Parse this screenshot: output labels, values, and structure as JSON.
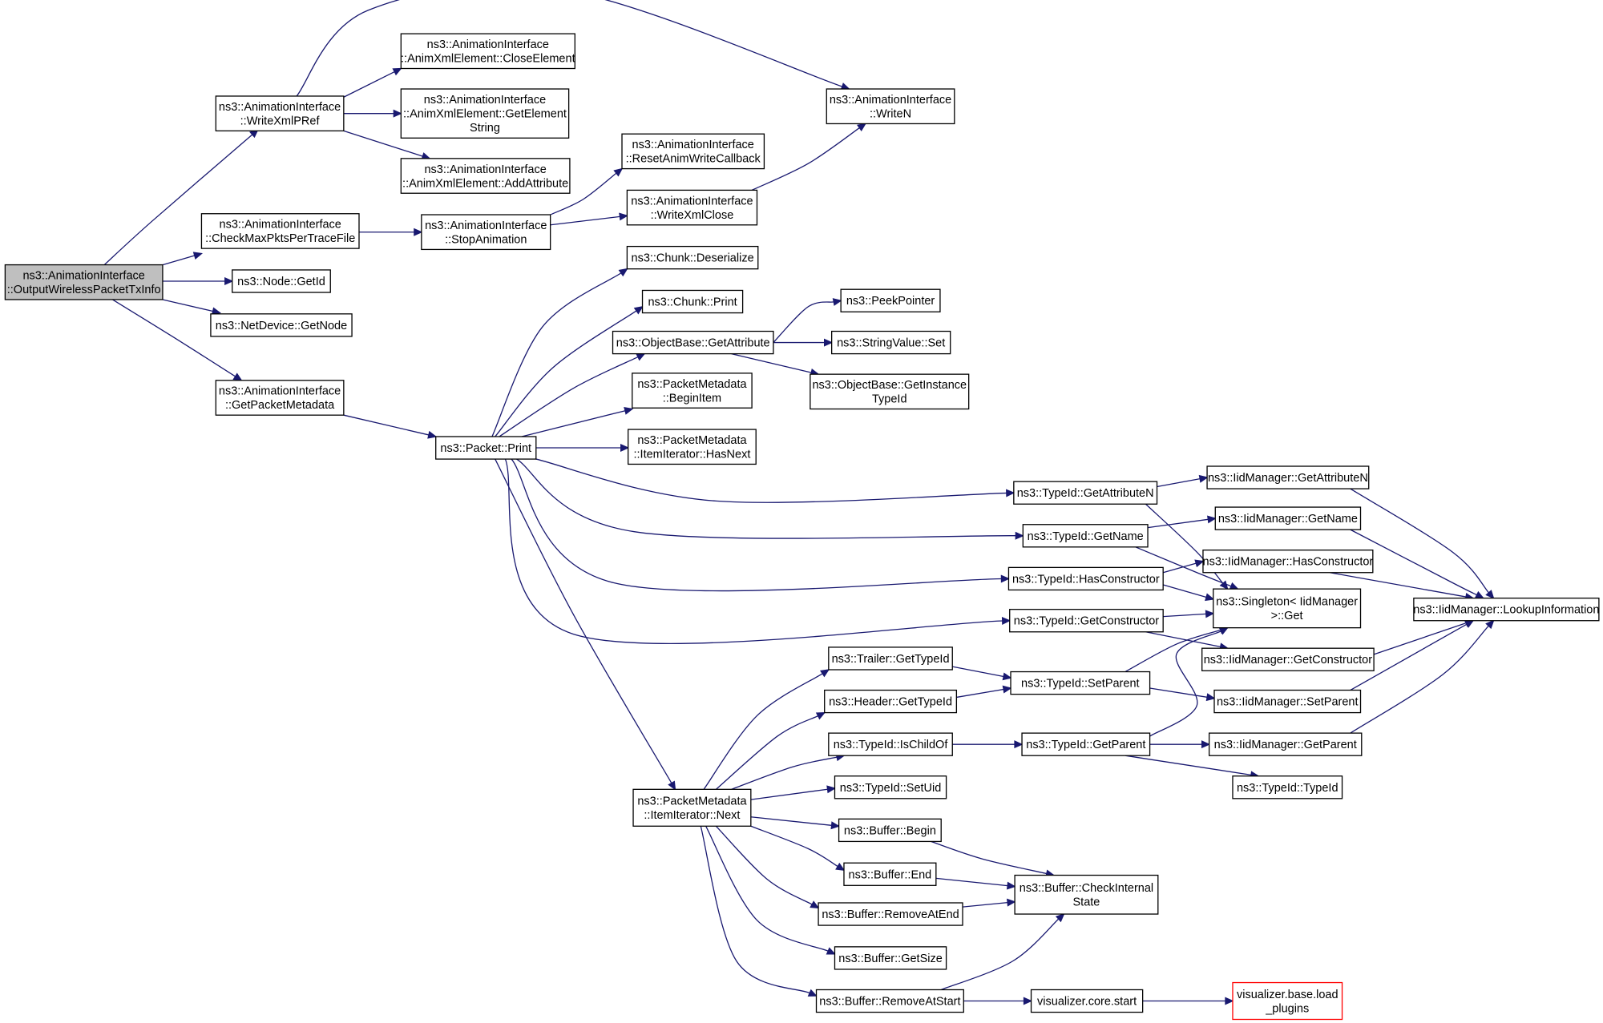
{
  "diagram": {
    "type": "call-graph",
    "nodes": [
      {
        "id": "n0",
        "lines": [
          "ns3::AnimationInterface",
          "::OutputWirelessPacketTxInfo"
        ],
        "style": "root"
      },
      {
        "id": "n1",
        "lines": [
          "ns3::AnimationInterface",
          "::WriteXmlPRef"
        ]
      },
      {
        "id": "n2",
        "lines": [
          "ns3::AnimationInterface",
          "::AnimXmlElement::CloseElement"
        ]
      },
      {
        "id": "n3",
        "lines": [
          "ns3::AnimationInterface",
          "::AnimXmlElement::GetElement",
          "String"
        ]
      },
      {
        "id": "n4",
        "lines": [
          "ns3::AnimationInterface",
          "::AnimXmlElement::AddAttribute"
        ]
      },
      {
        "id": "n5",
        "lines": [
          "ns3::AnimationInterface",
          "::WriteN"
        ]
      },
      {
        "id": "n6",
        "lines": [
          "ns3::AnimationInterface",
          "::CheckMaxPktsPerTraceFile"
        ]
      },
      {
        "id": "n7",
        "lines": [
          "ns3::AnimationInterface",
          "::StopAnimation"
        ]
      },
      {
        "id": "n8",
        "lines": [
          "ns3::AnimationInterface",
          "::ResetAnimWriteCallback"
        ]
      },
      {
        "id": "n9",
        "lines": [
          "ns3::AnimationInterface",
          "::WriteXmlClose"
        ]
      },
      {
        "id": "n10",
        "lines": [
          "ns3::Node::GetId"
        ]
      },
      {
        "id": "n11",
        "lines": [
          "ns3::NetDevice::GetNode"
        ]
      },
      {
        "id": "n12",
        "lines": [
          "ns3::AnimationInterface",
          "::GetPacketMetadata"
        ]
      },
      {
        "id": "n13",
        "lines": [
          "ns3::Packet::Print"
        ]
      },
      {
        "id": "n14",
        "lines": [
          "ns3::Chunk::Deserialize"
        ]
      },
      {
        "id": "n15",
        "lines": [
          "ns3::Chunk::Print"
        ]
      },
      {
        "id": "n16",
        "lines": [
          "ns3::ObjectBase::GetAttribute"
        ]
      },
      {
        "id": "n17",
        "lines": [
          "ns3::PeekPointer"
        ]
      },
      {
        "id": "n18",
        "lines": [
          "ns3::StringValue::Set"
        ]
      },
      {
        "id": "n19",
        "lines": [
          "ns3::ObjectBase::GetInstance",
          "TypeId"
        ]
      },
      {
        "id": "n20",
        "lines": [
          "ns3::PacketMetadata",
          "::BeginItem"
        ]
      },
      {
        "id": "n21",
        "lines": [
          "ns3::PacketMetadata",
          "::ItemIterator::HasNext"
        ]
      },
      {
        "id": "n22",
        "lines": [
          "ns3::TypeId::GetAttributeN"
        ]
      },
      {
        "id": "n23",
        "lines": [
          "ns3::IidManager::GetAttributeN"
        ]
      },
      {
        "id": "n24",
        "lines": [
          "ns3::TypeId::GetName"
        ]
      },
      {
        "id": "n25",
        "lines": [
          "ns3::IidManager::GetName"
        ]
      },
      {
        "id": "n26",
        "lines": [
          "ns3::TypeId::HasConstructor"
        ]
      },
      {
        "id": "n27",
        "lines": [
          "ns3::IidManager::HasConstructor"
        ]
      },
      {
        "id": "n28",
        "lines": [
          "ns3::Singleton< IidManager",
          ">::Get"
        ]
      },
      {
        "id": "n29",
        "lines": [
          "ns3::IidManager::LookupInformation"
        ]
      },
      {
        "id": "n30",
        "lines": [
          "ns3::TypeId::GetConstructor"
        ]
      },
      {
        "id": "n31",
        "lines": [
          "ns3::IidManager::GetConstructor"
        ]
      },
      {
        "id": "n32",
        "lines": [
          "ns3::Trailer::GetTypeId"
        ]
      },
      {
        "id": "n33",
        "lines": [
          "ns3::TypeId::SetParent"
        ]
      },
      {
        "id": "n34",
        "lines": [
          "ns3::Header::GetTypeId"
        ]
      },
      {
        "id": "n35",
        "lines": [
          "ns3::IidManager::SetParent"
        ]
      },
      {
        "id": "n36",
        "lines": [
          "ns3::TypeId::IsChildOf"
        ]
      },
      {
        "id": "n37",
        "lines": [
          "ns3::TypeId::GetParent"
        ]
      },
      {
        "id": "n38",
        "lines": [
          "ns3::IidManager::GetParent"
        ]
      },
      {
        "id": "n39",
        "lines": [
          "ns3::TypeId::TypeId"
        ]
      },
      {
        "id": "n40",
        "lines": [
          "ns3::PacketMetadata",
          "::ItemIterator::Next"
        ]
      },
      {
        "id": "n41",
        "lines": [
          "ns3::TypeId::SetUid"
        ]
      },
      {
        "id": "n42",
        "lines": [
          "ns3::Buffer::Begin"
        ]
      },
      {
        "id": "n43",
        "lines": [
          "ns3::Buffer::End"
        ]
      },
      {
        "id": "n44",
        "lines": [
          "ns3::Buffer::CheckInternal",
          "State"
        ]
      },
      {
        "id": "n45",
        "lines": [
          "ns3::Buffer::RemoveAtEnd"
        ]
      },
      {
        "id": "n46",
        "lines": [
          "ns3::Buffer::GetSize"
        ]
      },
      {
        "id": "n47",
        "lines": [
          "ns3::Buffer::RemoveAtStart"
        ]
      },
      {
        "id": "n48",
        "lines": [
          "visualizer.core.start"
        ]
      },
      {
        "id": "n49",
        "lines": [
          "visualizer.base.load",
          "_plugins"
        ],
        "style": "external"
      }
    ],
    "edges": [
      [
        "n0",
        "n1"
      ],
      [
        "n0",
        "n6"
      ],
      [
        "n0",
        "n10"
      ],
      [
        "n0",
        "n11"
      ],
      [
        "n0",
        "n12"
      ],
      [
        "n1",
        "n2"
      ],
      [
        "n1",
        "n3"
      ],
      [
        "n1",
        "n4"
      ],
      [
        "n1",
        "n5"
      ],
      [
        "n6",
        "n7"
      ],
      [
        "n7",
        "n8"
      ],
      [
        "n7",
        "n9"
      ],
      [
        "n9",
        "n5"
      ],
      [
        "n12",
        "n13"
      ],
      [
        "n13",
        "n14"
      ],
      [
        "n13",
        "n15"
      ],
      [
        "n13",
        "n16"
      ],
      [
        "n13",
        "n20"
      ],
      [
        "n13",
        "n21"
      ],
      [
        "n13",
        "n22"
      ],
      [
        "n13",
        "n24"
      ],
      [
        "n13",
        "n26"
      ],
      [
        "n13",
        "n30"
      ],
      [
        "n13",
        "n40"
      ],
      [
        "n16",
        "n17"
      ],
      [
        "n16",
        "n18"
      ],
      [
        "n16",
        "n19"
      ],
      [
        "n22",
        "n23"
      ],
      [
        "n22",
        "n28"
      ],
      [
        "n23",
        "n29"
      ],
      [
        "n24",
        "n25"
      ],
      [
        "n24",
        "n28"
      ],
      [
        "n25",
        "n29"
      ],
      [
        "n26",
        "n27"
      ],
      [
        "n26",
        "n28"
      ],
      [
        "n27",
        "n29"
      ],
      [
        "n30",
        "n28"
      ],
      [
        "n30",
        "n31"
      ],
      [
        "n31",
        "n29"
      ],
      [
        "n40",
        "n32"
      ],
      [
        "n40",
        "n34"
      ],
      [
        "n40",
        "n36"
      ],
      [
        "n40",
        "n41"
      ],
      [
        "n40",
        "n42"
      ],
      [
        "n40",
        "n43"
      ],
      [
        "n40",
        "n45"
      ],
      [
        "n40",
        "n46"
      ],
      [
        "n40",
        "n47"
      ],
      [
        "n32",
        "n33"
      ],
      [
        "n34",
        "n33"
      ],
      [
        "n33",
        "n28"
      ],
      [
        "n33",
        "n35"
      ],
      [
        "n35",
        "n29"
      ],
      [
        "n36",
        "n37"
      ],
      [
        "n37",
        "n28"
      ],
      [
        "n37",
        "n38"
      ],
      [
        "n37",
        "n39"
      ],
      [
        "n38",
        "n29"
      ],
      [
        "n42",
        "n44"
      ],
      [
        "n43",
        "n44"
      ],
      [
        "n45",
        "n44"
      ],
      [
        "n47",
        "n44"
      ],
      [
        "n47",
        "n48"
      ],
      [
        "n48",
        "n49"
      ]
    ]
  }
}
